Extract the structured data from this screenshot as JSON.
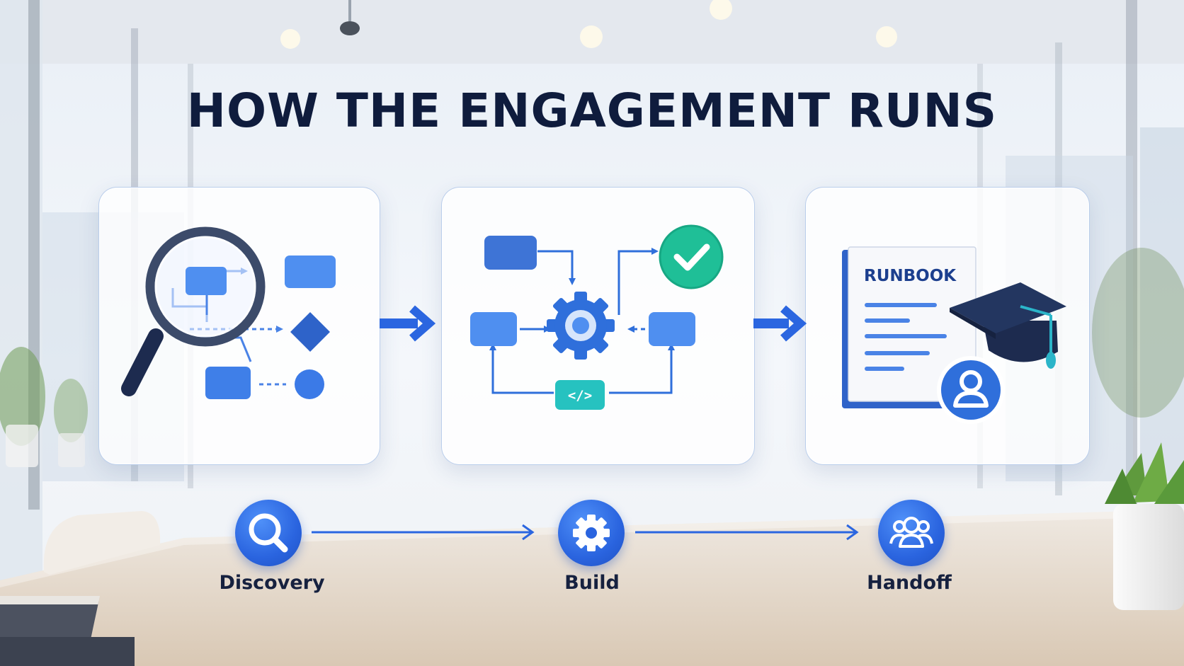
{
  "title": "HOW THE ENGAGEMENT RUNS",
  "cards": [
    {
      "icon": "magnifier-flowchart-icon"
    },
    {
      "icon": "gear-workflow-icon"
    },
    {
      "icon": "runbook-graduation-icon",
      "document_label": "RUNBOOK"
    }
  ],
  "steps": [
    {
      "label": "Discovery",
      "icon": "search-icon"
    },
    {
      "label": "Build",
      "icon": "gear-icon"
    },
    {
      "label": "Handoff",
      "icon": "users-icon"
    }
  ],
  "colors": {
    "accent": "#2b66e0",
    "title": "#0f1c3d",
    "check": "#1fbf97",
    "code_block": "#26c2c0",
    "navy": "#1d2b4f"
  }
}
